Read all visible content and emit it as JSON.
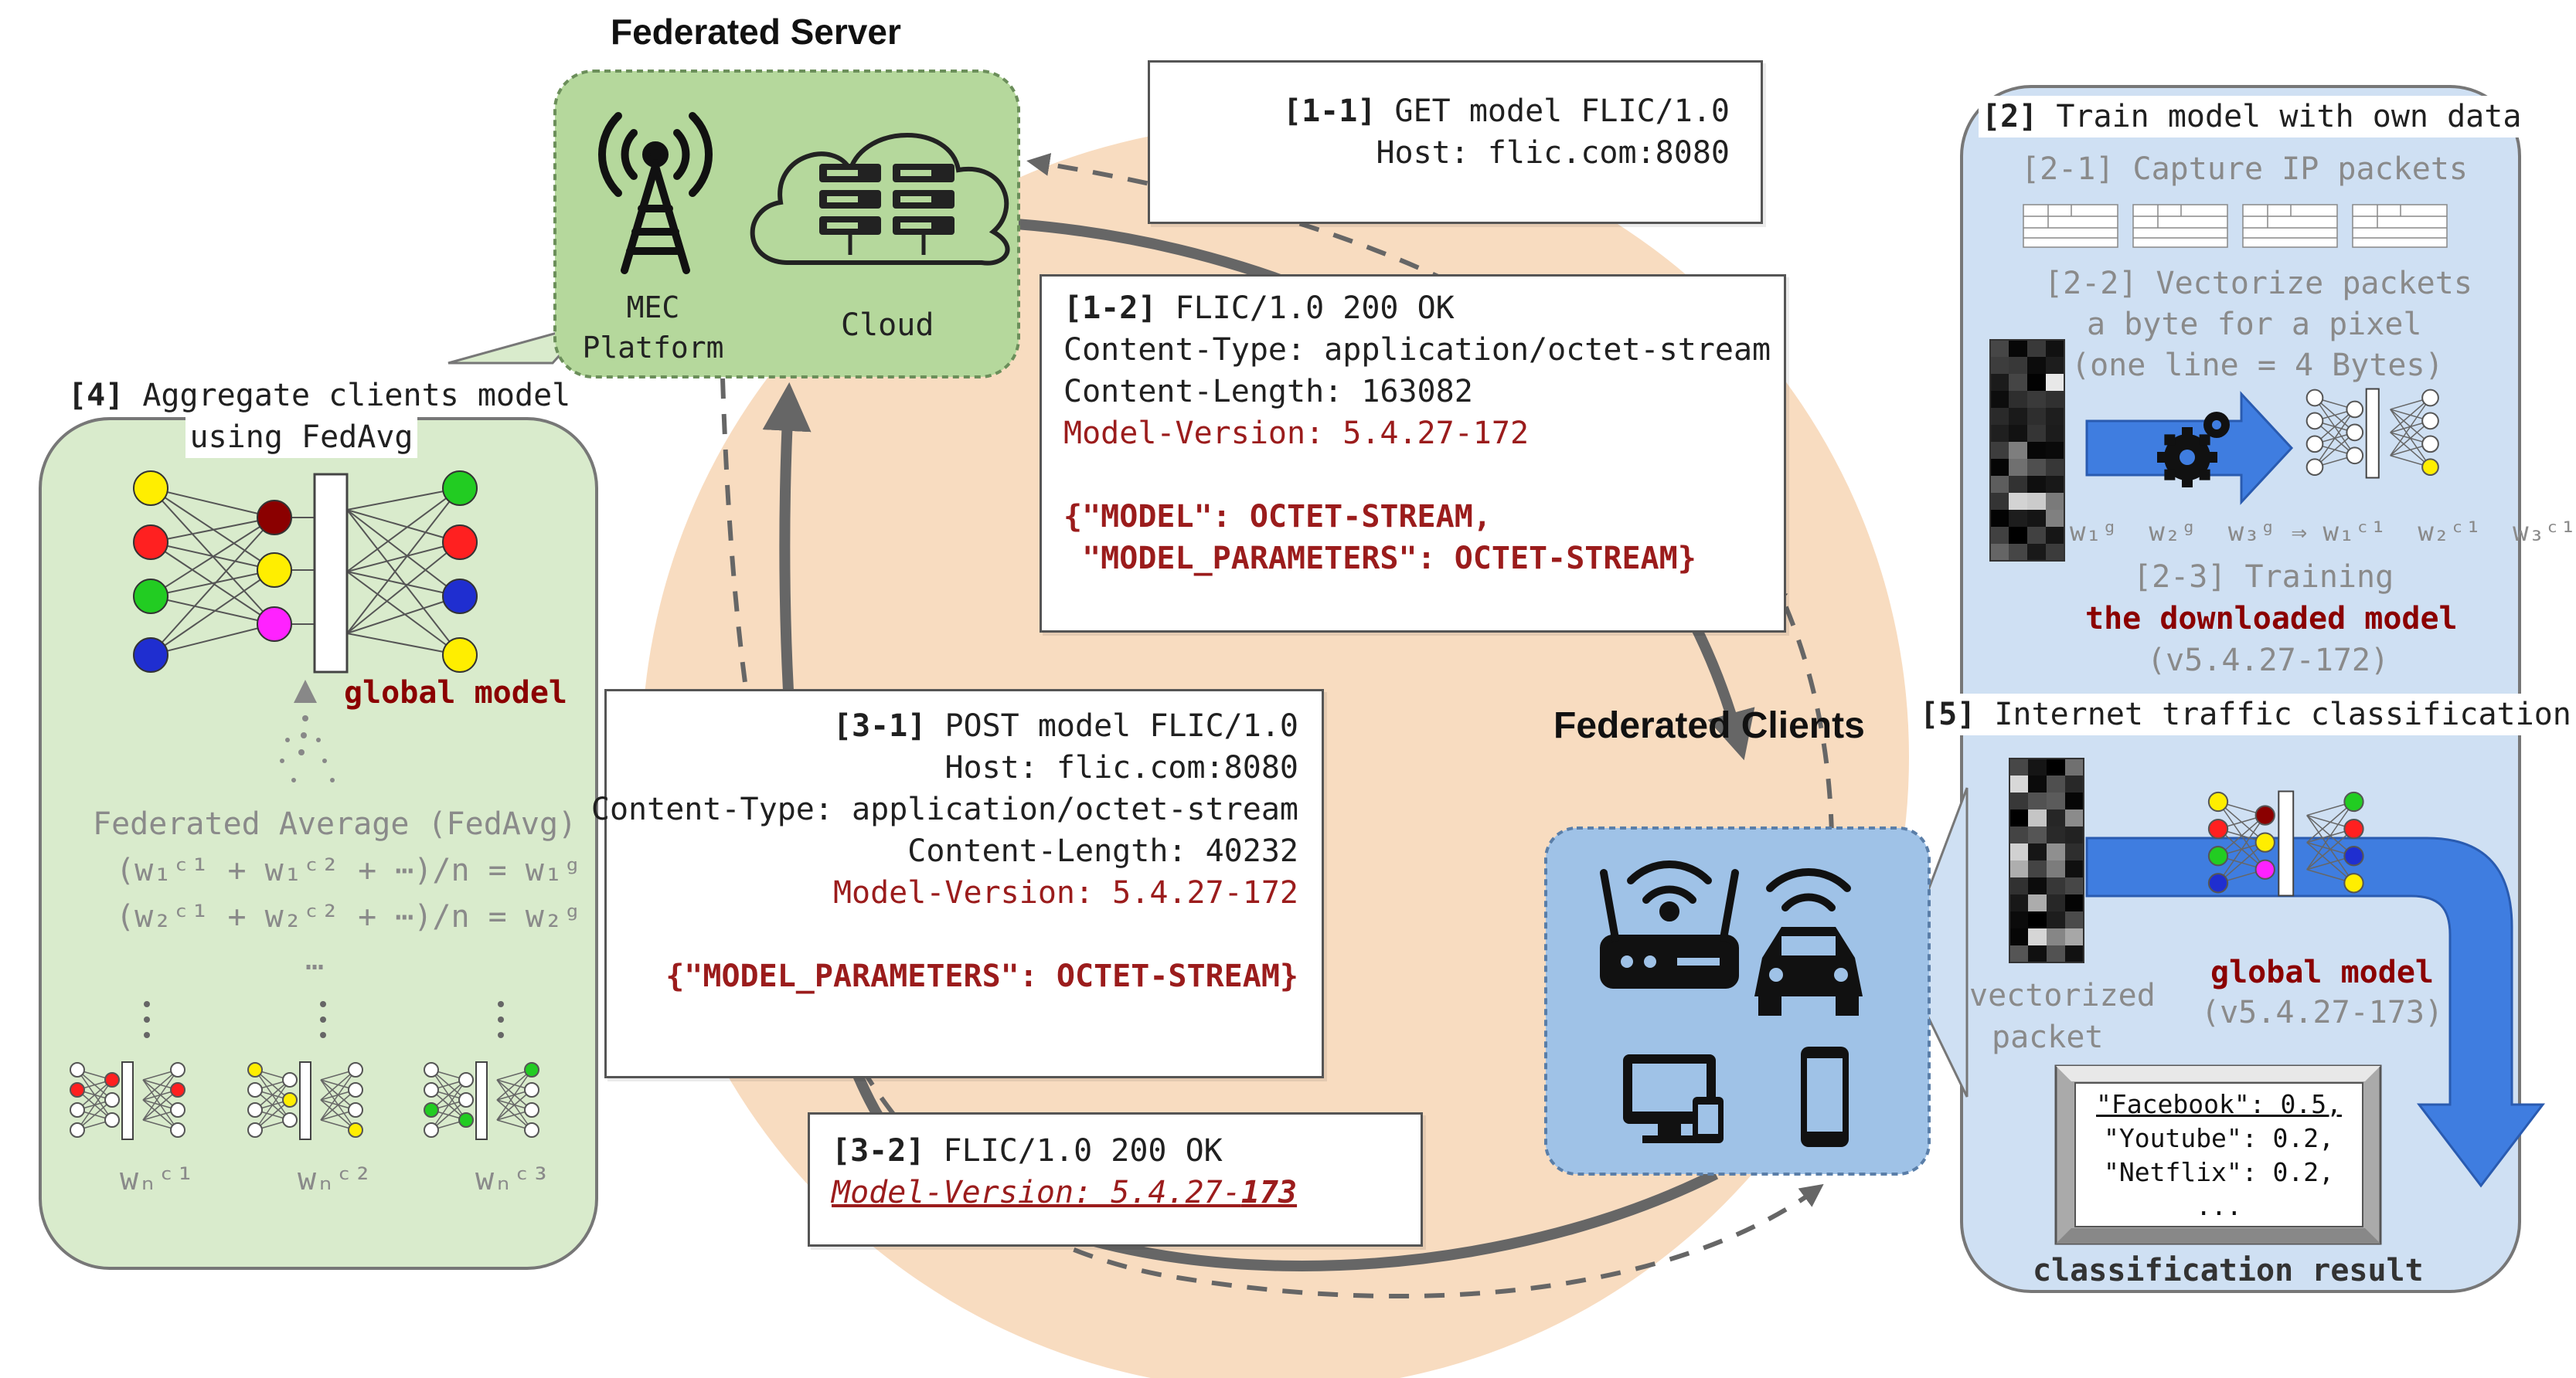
{
  "server": {
    "title": "Federated Server",
    "mec_label": "MEC\nPlatform",
    "cloud_label": "Cloud"
  },
  "clients": {
    "title": "Federated Clients"
  },
  "msg_1_1": {
    "id": "[1-1]",
    "line1": "GET model FLIC/1.0",
    "line2": "Host: flic.com:8080"
  },
  "msg_1_2": {
    "id": "[1-2]",
    "line1": "FLIC/1.0 200 OK",
    "line2": "Content-Type: application/octet-stream",
    "line3": "Content-Length: 163082",
    "line4": "Model-Version: 5.4.27-172",
    "line5": "{\"MODEL\": OCTET-STREAM,",
    "line6": " \"MODEL_PARAMETERS\": OCTET-STREAM}"
  },
  "msg_3_1": {
    "id": "[3-1]",
    "line1": "POST model FLIC/1.0",
    "line2": "Host: flic.com:8080",
    "line3": "Content-Type: application/octet-stream",
    "line4": "Content-Length: 40232",
    "line5": "Model-Version: 5.4.27-172",
    "line6": "{\"MODEL_PARAMETERS\": OCTET-STREAM}"
  },
  "msg_3_2": {
    "id": "[3-2]",
    "line1": "FLIC/1.0 200 OK",
    "line2_prefix": "Model-Version: 5.4.27-",
    "line2_bold": "173"
  },
  "panel4": {
    "id": "[4]",
    "title1": "Aggregate clients model",
    "title2": "using FedAvg",
    "global_model": "global model",
    "fedavg_title": "Federated Average (FedAvg)",
    "eq1": "(w₁ᶜ¹ + w₁ᶜ² + ⋯)/n = w₁ᵍ",
    "eq2": "(w₂ᶜ¹ + w₂ᶜ² + ⋯)/n = w₂ᵍ",
    "dots": "…",
    "wn_c1": "wₙᶜ¹",
    "wn_c2": "wₙᶜ²",
    "wn_c3": "wₙᶜ³"
  },
  "panel2": {
    "id": "[2]",
    "title": "Train model with own data",
    "s21_id": "[2-1]",
    "s21": "Capture IP packets",
    "s22_id": "[2-2]",
    "s22": "Vectorize packets",
    "s22b": "a byte for a pixel",
    "s22c": "(one line = 4 Bytes)",
    "weights": "w₁ᵍ  w₂ᵍ  w₃ᵍ ⇒ w₁ᶜ¹  w₂ᶜ¹  w₃ᶜ¹",
    "s23_id": "[2-3]",
    "s23": "Training",
    "s23b": "the downloaded model",
    "s23c": "(v5.4.27-172)"
  },
  "panel5": {
    "id": "[5]",
    "title": "Internet traffic classification",
    "vec1": "vectorized",
    "vec2": "packet",
    "global_model": "global model",
    "version": "(v5.4.27-173)",
    "r1": "\"Facebook\": 0.5,",
    "r2": "\"Youtube\": 0.2,",
    "r3": "\"Netflix\": 0.2,",
    "r4": "...",
    "result_label": "classification result"
  },
  "colors": {
    "server_fill": "#b5d89c",
    "client_fill": "#9fc2e7",
    "panel2_fill": "#cfe0f3",
    "panel4_fill": "#d9ebcc",
    "orbit": "#f8dcc0",
    "arrow": "#666666",
    "blue_arrow": "#3f7de0",
    "accent_red": "#9b1c1c"
  }
}
